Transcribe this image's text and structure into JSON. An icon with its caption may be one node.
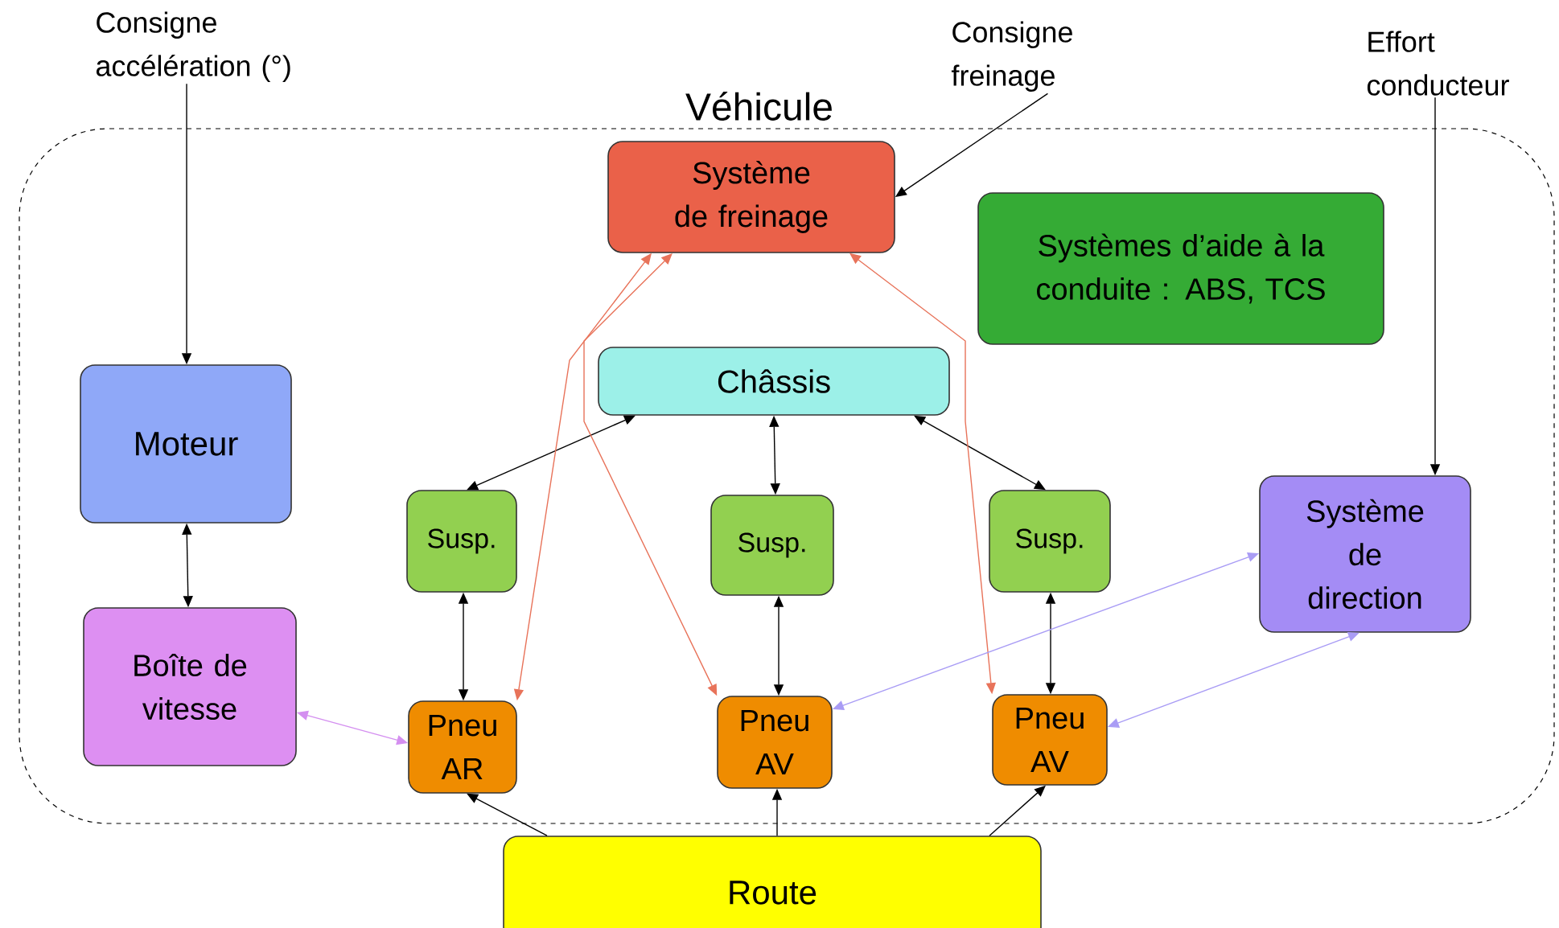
{
  "diagram": {
    "nodes": [
      {
        "text": [
          "Véhicule"
        ]
      },
      {
        "text": [
          "Consigne accélération (°)"
        ]
      },
      {
        "text": [
          "Consigne freinage"
        ]
      },
      {
        "text": [
          "Effort conducteur"
        ]
      },
      {
        "text": [
          "Système de freinage"
        ],
        "in": 0
      },
      {
        "text": [
          "Systèmes d’aide à la conduite : ABS, TCS"
        ],
        "in": 0
      },
      {
        "text": [
          "Châssis"
        ],
        "in": 0
      },
      {
        "text": [
          "Moteur"
        ],
        "in": 0
      },
      {
        "text": [
          "Susp."
        ],
        "in": 0
      },
      {
        "text": [
          "Susp."
        ],
        "in": 0
      },
      {
        "text": [
          "Susp."
        ],
        "in": 0
      },
      {
        "text": [
          "Système de direction"
        ],
        "in": 0
      },
      {
        "text": [
          "Boîte de vitesse"
        ],
        "in": 0
      },
      {
        "text": [
          "Pneu AR"
        ],
        "in": 0
      },
      {
        "text": [
          "Pneu AV"
        ],
        "in": 0
      },
      {
        "text": [
          "Pneu AV"
        ],
        "in": 0
      },
      {
        "text": [
          "Route"
        ]
      }
    ],
    "edges": [
      {
        "from": 1,
        "to": 7,
        "arrow": "to"
      },
      {
        "from": 2,
        "to": 4,
        "arrow": "to"
      },
      {
        "from": 3,
        "to": 11,
        "arrow": "to"
      },
      {
        "from": 7,
        "to": 12,
        "arrow": "both"
      },
      {
        "from": 6,
        "to": 8,
        "arrow": "both"
      },
      {
        "from": 6,
        "to": 9,
        "arrow": "both"
      },
      {
        "from": 6,
        "to": 10,
        "arrow": "both"
      },
      {
        "from": 8,
        "to": 13,
        "arrow": "both"
      },
      {
        "from": 9,
        "to": 14,
        "arrow": "both"
      },
      {
        "from": 10,
        "to": 15,
        "arrow": "both"
      },
      {
        "from": 4,
        "to": 13,
        "arrow": "both",
        "color": "#e8735a"
      },
      {
        "from": 4,
        "to": 14,
        "arrow": "both",
        "color": "#e8735a"
      },
      {
        "from": 4,
        "to": 15,
        "arrow": "both",
        "color": "#e8735a"
      },
      {
        "from": 12,
        "to": 13,
        "arrow": "both",
        "color": "#d48ff0"
      },
      {
        "from": 11,
        "to": 14,
        "arrow": "both",
        "color": "#a99cf5"
      },
      {
        "from": 11,
        "to": 15,
        "arrow": "both",
        "color": "#a99cf5"
      },
      {
        "from": 16,
        "to": 13,
        "arrow": "to"
      },
      {
        "from": 16,
        "to": 14,
        "arrow": "to"
      },
      {
        "from": 16,
        "to": 15,
        "arrow": "to"
      }
    ]
  }
}
